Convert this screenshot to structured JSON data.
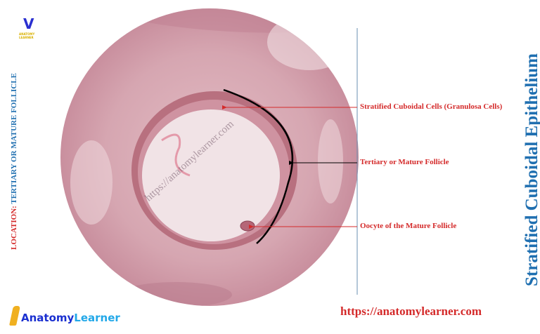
{
  "title": "Stratified Cuboidal Epithelium",
  "location": {
    "key": "LOCATION:",
    "value": "TERTIARY  OR MATURE  FOLLICLE"
  },
  "labels": [
    {
      "text": "Stratified Cuboidal  Cells  (Granulosa Cells)",
      "color": "#d42a2a"
    },
    {
      "text": "Tertiary or  Mature Follicle",
      "color": "#000000"
    },
    {
      "text": "Oocyte of the Mature Follicle",
      "color": "#d42a2a"
    }
  ],
  "watermark": "https://anatomylearner.com",
  "url": "https://anatomylearner.com",
  "brand": {
    "part1": "Anatomy",
    "part2": "Learner"
  },
  "top_logo": {
    "letter": "V",
    "text": "ANATOMY LEARNER"
  },
  "colors": {
    "accent_red": "#d42a2a",
    "accent_blue": "#1f6fb0",
    "tissue": "#d9a9b4"
  }
}
